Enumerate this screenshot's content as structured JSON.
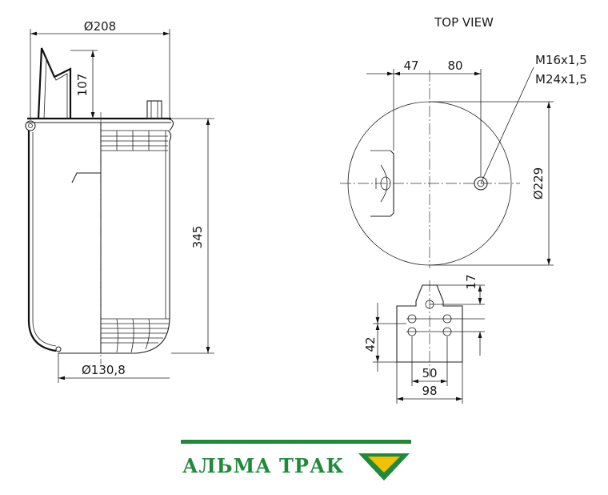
{
  "side_view": {
    "dia_top": "Ø208",
    "height_bracket": "107",
    "height_total": "345",
    "dia_bottom": "Ø130,8"
  },
  "top_view": {
    "title": "TOP VIEW",
    "offset_left": "47",
    "offset_right": "80",
    "thread_1": "M16x1,5",
    "thread_2": "M24x1,5",
    "dia": "Ø229"
  },
  "bracket_view": {
    "dim_17": "17",
    "dim_42": "42",
    "dim_50": "50",
    "dim_98": "98"
  },
  "brand": {
    "name": "АЛЬМА ТРАК",
    "colors": {
      "green": "#1f8a3a",
      "yellow": "#f2c200"
    }
  }
}
